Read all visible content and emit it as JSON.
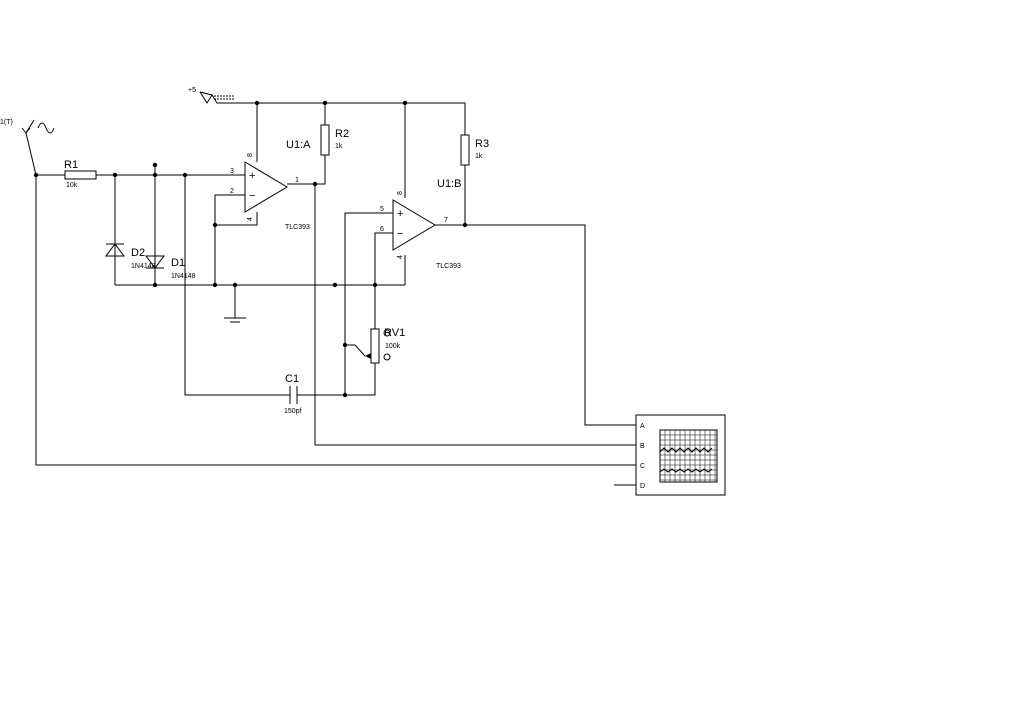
{
  "source": {
    "label": "1(T)"
  },
  "supply": {
    "label": "+5"
  },
  "resistors": {
    "r1": {
      "ref": "R1",
      "value": "10k"
    },
    "r2": {
      "ref": "R2",
      "value": "1k"
    },
    "r3": {
      "ref": "R3",
      "value": "1k"
    }
  },
  "diodes": {
    "d1": {
      "ref": "D1",
      "value": "1N4148"
    },
    "d2": {
      "ref": "D2",
      "value": "1N4148"
    }
  },
  "opamps": {
    "u1a": {
      "ref": "U1:A",
      "part": "TLC393",
      "pins": {
        "in_plus": "3",
        "in_minus": "2",
        "out": "1",
        "vplus": "8",
        "vminus": "4"
      }
    },
    "u1b": {
      "ref": "U1:B",
      "part": "TLC393",
      "pins": {
        "in_plus": "5",
        "in_minus": "6",
        "out": "7",
        "vplus": "8",
        "vminus": "4"
      }
    }
  },
  "potentiometer": {
    "ref": "RV1",
    "value": "100k"
  },
  "capacitor": {
    "ref": "C1",
    "value": "150pf"
  },
  "oscilloscope": {
    "channels": [
      "A",
      "B",
      "C",
      "D"
    ]
  }
}
